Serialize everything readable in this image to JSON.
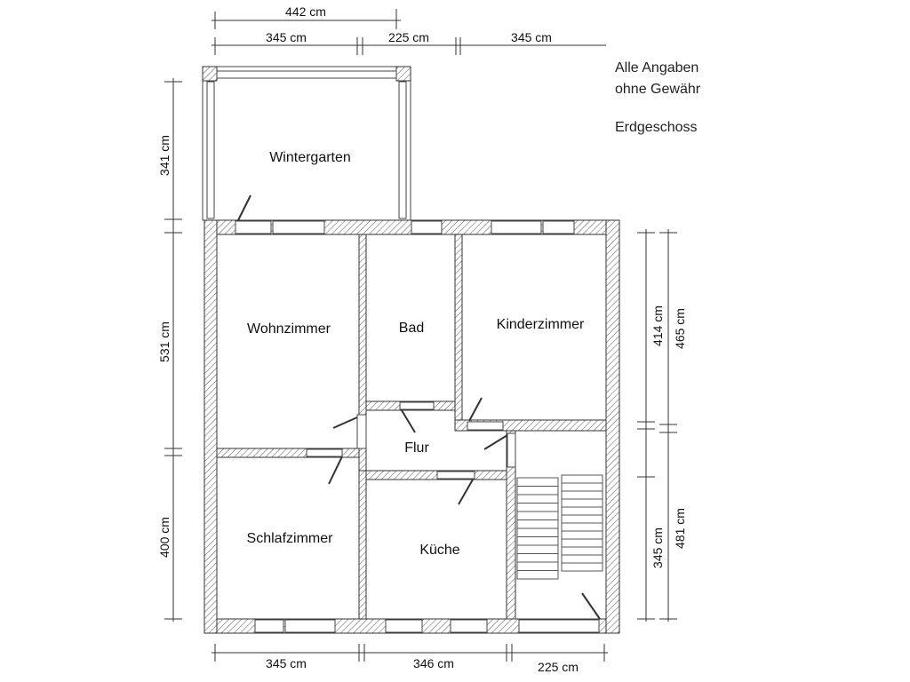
{
  "title": "Erdgeschoss",
  "notes": {
    "line1": "Alle Angaben",
    "line2": "ohne Gewähr",
    "floor": "Erdgeschoss"
  },
  "rooms": {
    "wintergarten": "Wintergarten",
    "wohnzimmer": "Wohnzimmer",
    "bad": "Bad",
    "kinderzimmer": "Kinderzimmer",
    "flur": "Flur",
    "schlafzimmer": "Schlafzimmer",
    "kueche": "Küche"
  },
  "dimensions": {
    "top_total": "442 cm",
    "top_1": "345 cm",
    "top_2": "225 cm",
    "top_3": "345 cm",
    "left_1": "341 cm",
    "left_2": "531 cm",
    "left_3": "400 cm",
    "right_inner_1": "414 cm",
    "right_outer_1": "465 cm",
    "right_inner_2": "345 cm",
    "right_outer_2": "481 cm",
    "bottom_1": "345 cm",
    "bottom_2": "346 cm",
    "bottom_3": "225 cm"
  }
}
